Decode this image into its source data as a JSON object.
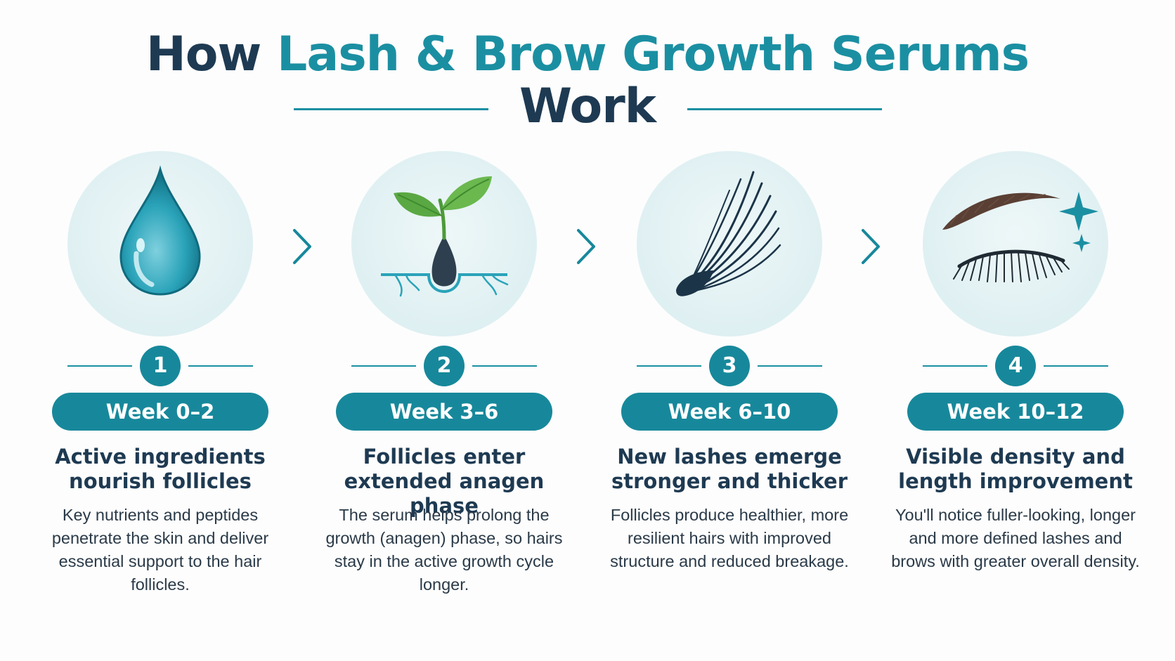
{
  "title": {
    "prefix": "How",
    "accent": "Lash & Brow Growth Serums",
    "line2": "Work"
  },
  "colors": {
    "teal": "#17889b",
    "navy": "#1e3a52",
    "accent_text": "#1b8fa2"
  },
  "steps": [
    {
      "number": "1",
      "week": "Week 0–2",
      "heading": "Active ingredients nourish follicles",
      "body": "Key nutrients and peptides penetrate the skin and deliver essential support to the hair follicles.",
      "icon": "water-drop-icon"
    },
    {
      "number": "2",
      "week": "Week 3–6",
      "heading": "Follicles enter extended anagen phase",
      "body": "The serum helps prolong the growth (anagen) phase, so hairs stay in the active growth cycle longer.",
      "icon": "sprouting-follicle-icon"
    },
    {
      "number": "3",
      "week": "Week 6–10",
      "heading": "New lashes emerge stronger and thicker",
      "body": "Follicles produce healthier, more resilient hairs with improved structure and reduced breakage.",
      "icon": "lash-strands-icon"
    },
    {
      "number": "4",
      "week": "Week 10–12",
      "heading": "Visible density and length improvement",
      "body": "You'll notice fuller-looking, longer and more defined lashes and brows with greater overall density.",
      "icon": "eye-brow-sparkle-icon"
    }
  ]
}
